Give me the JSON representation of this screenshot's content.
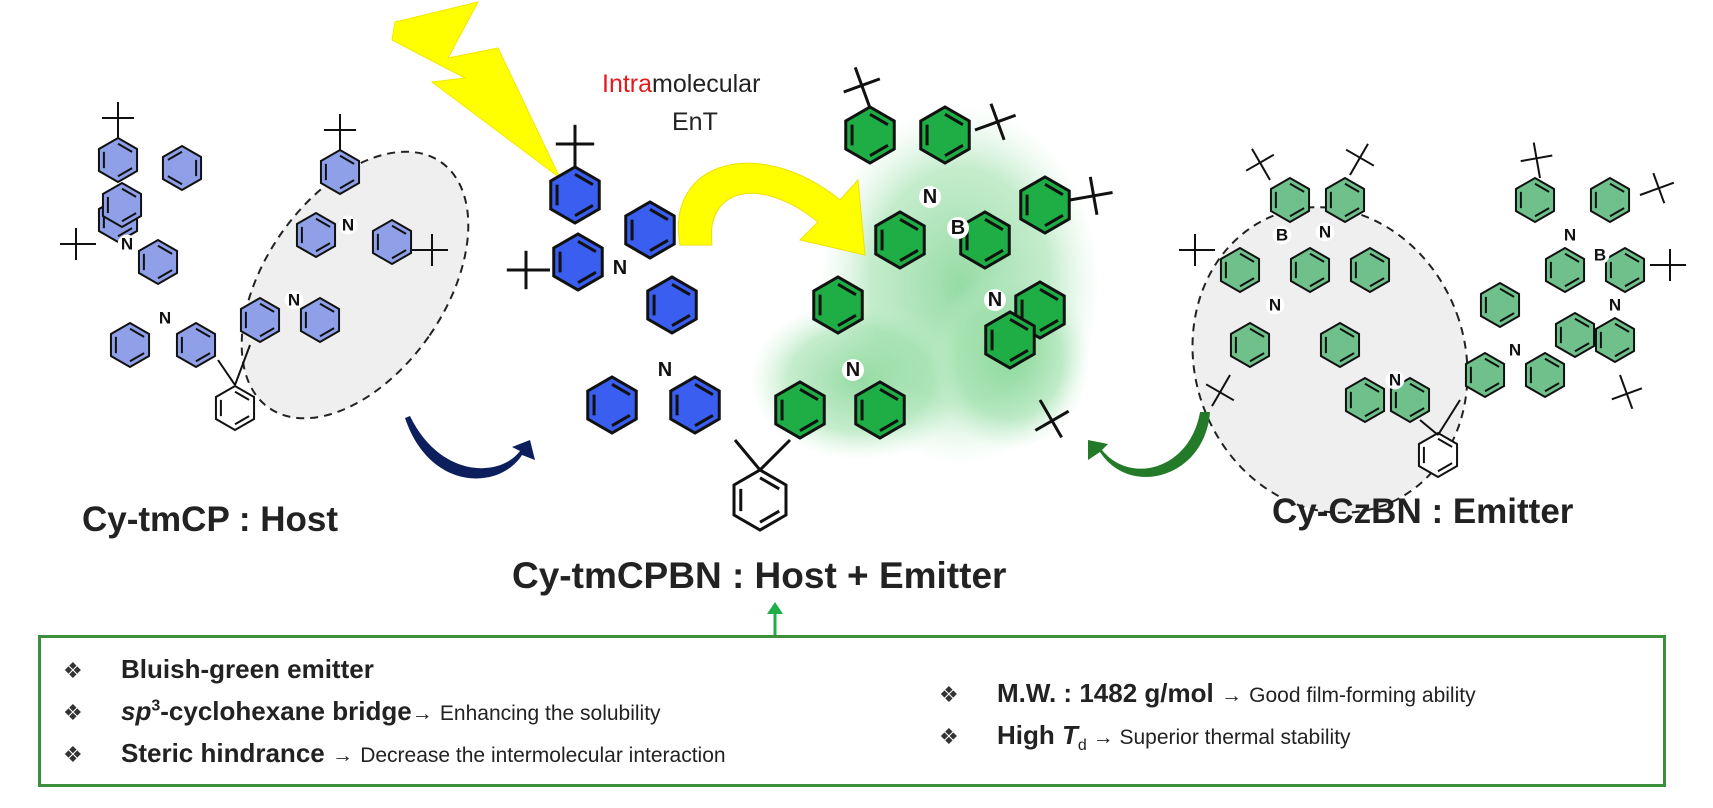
{
  "labels": {
    "host": "Cy-tmCP : Host",
    "emitter": "Cy-CzBN : Emitter",
    "center": "Cy-tmCPBN : Host + Emitter",
    "intra_red": "Intra",
    "intra_rest": "molecular",
    "ent": "EnT"
  },
  "atoms": {
    "nitrogen": "N",
    "boron": "B"
  },
  "features": {
    "bullet": "❖",
    "f1": {
      "text": "Bluish-green emitter"
    },
    "f2": {
      "sp": "sp",
      "sup": "3",
      "text": "-cyclohexane bridge",
      "arrow": "→",
      "note": "Enhancing the solubility"
    },
    "f3": {
      "text": "Steric hindrance ",
      "arrow": "→",
      "note": "Decrease the intermolecular interaction"
    },
    "f4": {
      "text": "M.W. : 1482 g/mol ",
      "arrow": "→",
      "note": "Good film-forming ability"
    },
    "f5": {
      "text": "High ",
      "t": "T",
      "sub": "d",
      "arrow": " → ",
      "note": "Superior thermal stability"
    }
  },
  "colors": {
    "host_light": "#8fa0e8",
    "host_dark": "#3a5ef0",
    "emitter_light": "#6fc08a",
    "emitter_dark": "#1fae45",
    "glow": "#8ad79a",
    "lightning": "#ffff00",
    "yellow_arrow": "#ffff00",
    "navy_arrow": "#0c1f5c",
    "green_arrow": "#237a28",
    "box_border": "#3c8f3c",
    "intra_red": "#e3191b"
  }
}
